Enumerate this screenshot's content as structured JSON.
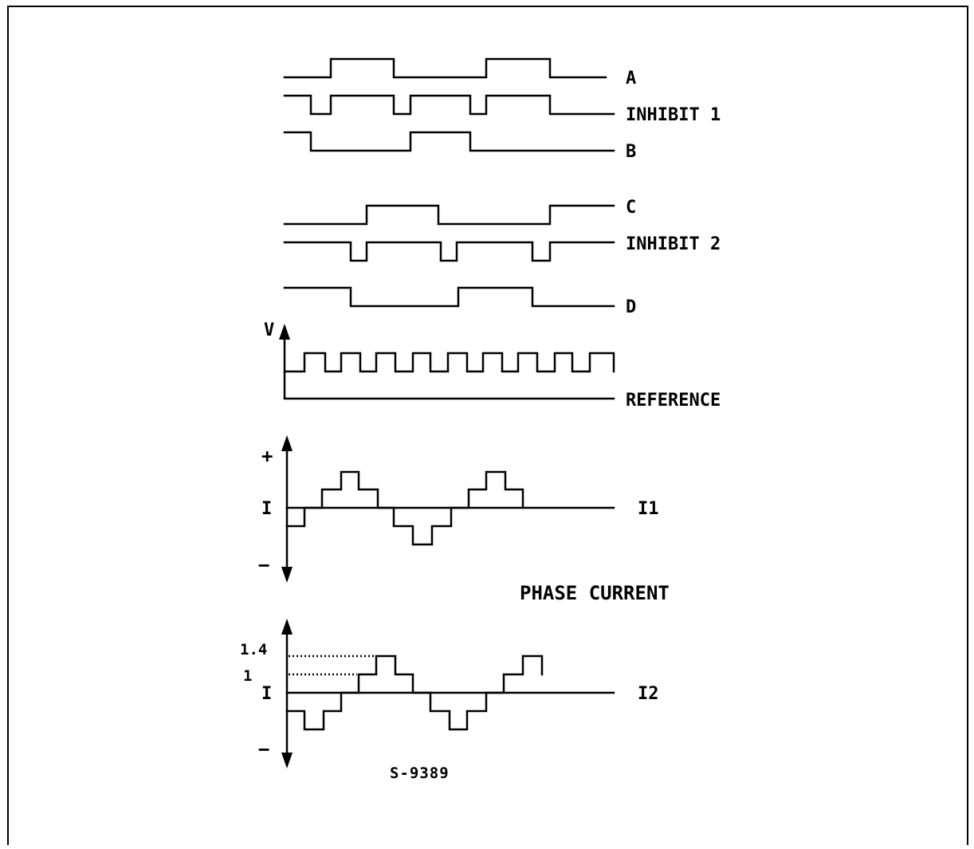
{
  "signals": {
    "a": "A",
    "inhibit1": "INHIBIT 1",
    "b": "B",
    "c": "C",
    "inhibit2": "INHIBIT 2",
    "d": "D",
    "reference": "REFERENCE",
    "i1": "I1",
    "i2": "I2"
  },
  "axes": {
    "v": "V",
    "plus": "+",
    "i_top": "I",
    "minus_top": "−",
    "level_high": "1.4",
    "level_one": "1",
    "i_bottom": "I",
    "minus_bottom": "−"
  },
  "section_title": "PHASE CURRENT",
  "figure_id": "S-9389"
}
